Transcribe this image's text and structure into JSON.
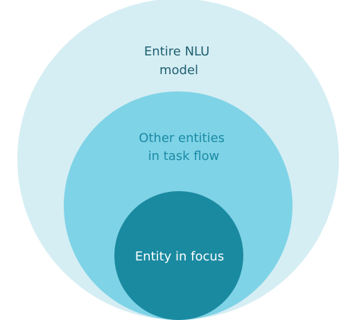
{
  "diagram": {
    "type": "nested-circles",
    "levels": [
      {
        "label_lines": [
          "Entire NLU",
          "model"
        ],
        "fill": "#d5eef4",
        "text_color": "#1f5f6f"
      },
      {
        "label_lines": [
          "Other entities",
          "in task flow"
        ],
        "fill": "#7fd3e6",
        "text_color": "#1a8aa5"
      },
      {
        "label_lines": [
          "Entity in focus"
        ],
        "fill": "#1a8aa1",
        "text_color": "#ffffff"
      }
    ]
  }
}
